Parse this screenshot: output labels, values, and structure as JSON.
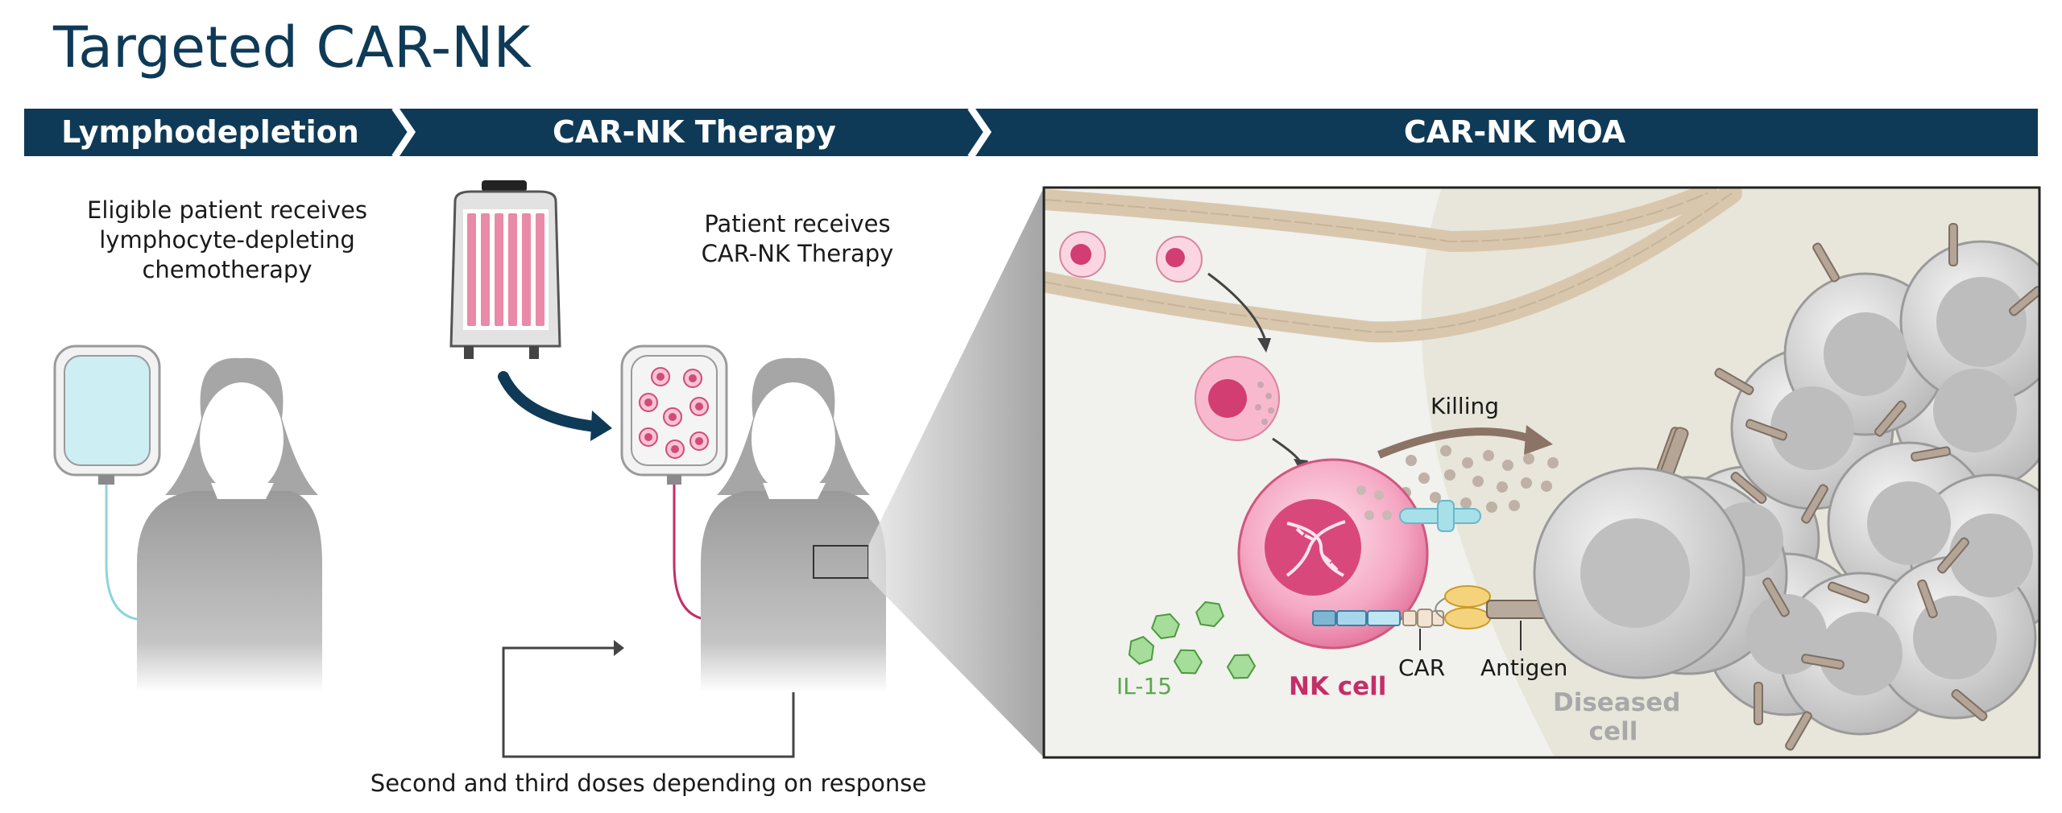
{
  "title": "Targeted CAR-NK",
  "phases": [
    {
      "label": "Lymphodepletion"
    },
    {
      "label": "CAR-NK Therapy"
    },
    {
      "label": "CAR-NK MOA"
    }
  ],
  "lymphodepletion": {
    "caption_lines": [
      "Eligible patient receives",
      "lymphocyte-depleting",
      "chemotherapy"
    ]
  },
  "therapy": {
    "caption_lines": [
      "Patient receives",
      "CAR-NK Therapy"
    ],
    "repeat_caption": "Second and third doses depending on response"
  },
  "moa": {
    "killing": "Killing",
    "il15": "IL-15",
    "nk_cell": "NK cell",
    "car": "CAR",
    "antigen": "Antigen",
    "diseased_cell": [
      "Diseased",
      "cell"
    ]
  },
  "colors": {
    "banner": "#0f3a57",
    "nk_pink": "#c42e67",
    "il15_green": "#5aa84c",
    "diseased_gray": "#a8a8a8"
  }
}
